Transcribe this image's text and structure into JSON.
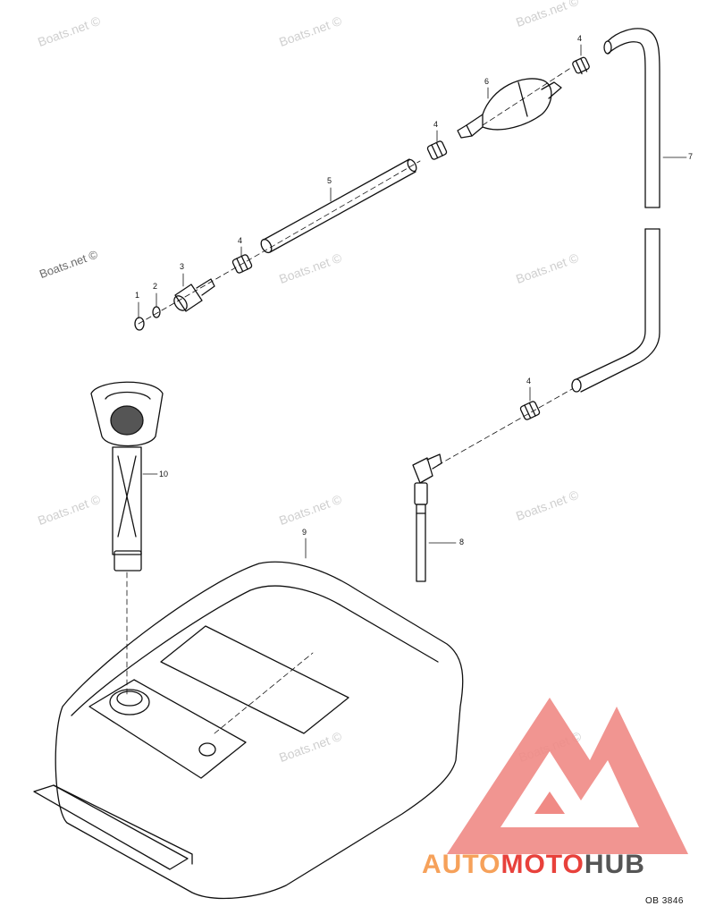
{
  "watermark": "Boats.net ©",
  "part_numbers": [
    "1",
    "2",
    "3",
    "4",
    "5",
    "6",
    "7",
    "8",
    "9",
    "10"
  ],
  "diagram_code": "OB 3846",
  "brand": {
    "part1": "AUTO",
    "part2": "MOTO",
    "part3": "HUB"
  },
  "colors": {
    "line": "#111111",
    "logo_red": "#e8413b",
    "logo_orange": "#f6a15a",
    "logo_gray": "#555555",
    "watermark": "#cfcfcf"
  }
}
